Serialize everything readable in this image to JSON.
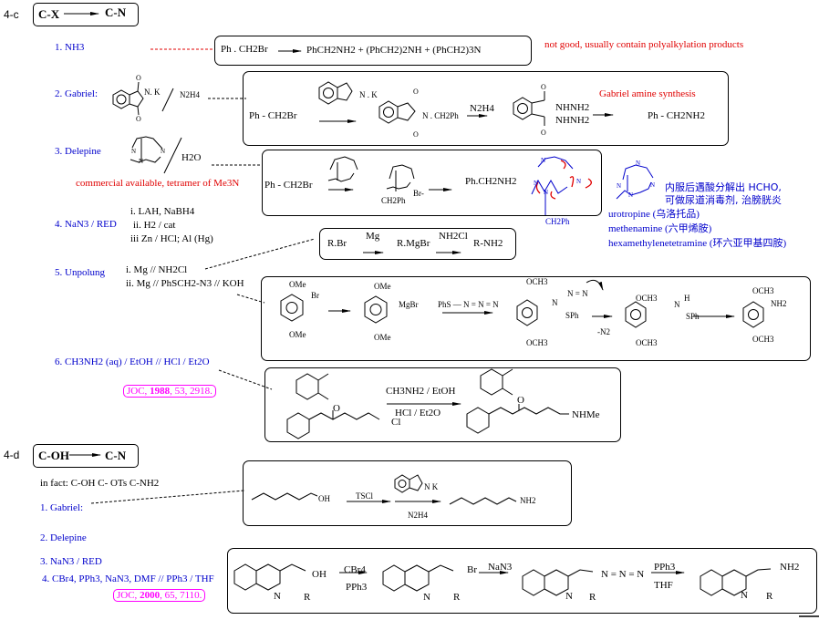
{
  "section_c": {
    "id": "4-c",
    "title_from": "C-X",
    "title_to": "C-N"
  },
  "section_d": {
    "id": "4-d",
    "title_from": "C-OH",
    "title_to": "C-N"
  },
  "c_methods": {
    "m1": "1. NH3",
    "m2": "2. Gabriel:",
    "m2_reagent": "N2H4",
    "m2_reagent_b": "N. K",
    "m3": "3. Delepine",
    "m3_reagent": "H2O",
    "m3_note": "commercial available, tetramer of Me3N",
    "m4": "4. NaN3 / RED",
    "m4_steps": [
      "i. LAH, NaBH4",
      "ii. H2 / cat",
      "iii  Zn / HCl; Al (Hg)"
    ],
    "m5": "5. Unpolung",
    "m5_steps": [
      "i. Mg // NH2Cl",
      "ii. Mg // PhSCH2-N3  //  KOH"
    ],
    "m6": "6. CH3NH2 (aq) / EtOH // HCl / Et2O",
    "m6_cite": {
      "journal": "JOC, ",
      "year": "1988",
      "rest": ", 53, 2918."
    }
  },
  "nh3_box": {
    "reactant": "Ph . CH2Br",
    "products": "PhCH2NH2 +  (PhCH2)2NH   +    (PhCH2)3N",
    "note": "not good, usually contain polyalkylation products"
  },
  "gabriel_box": {
    "reactant": "Ph - CH2Br",
    "reagent_label": "N . K",
    "intermediate_label": "N . CH2Ph",
    "reagent2": "N2H4",
    "hydrazide_1": "NHNH2",
    "hydrazide_2": "NHNH2",
    "product": "Ph - CH2NH2",
    "note": "Gabriel amine synthesis"
  },
  "delepine_box": {
    "reactant": "Ph - CH2Br",
    "salt_counterion": "Br-",
    "salt_sub": "CH2Ph",
    "product": "Ph.CH2NH2",
    "mech_sub": "CH2Ph"
  },
  "urotropine": {
    "note_line1": "内服后遇酸分解出 HCHO,",
    "note_line2": "可做尿道消毒剂, 治膀胱炎",
    "names": [
      "urotropine (乌洛托品)",
      "methenamine (六甲烯胺)",
      "hexamethylenetetramine (环六亚甲基四胺)"
    ]
  },
  "grignard_box": {
    "r1": "R.Br",
    "reagent1": "Mg",
    "r2": "R.MgBr",
    "reagent2": "NH2Cl",
    "product": "R-NH2"
  },
  "unpolung_box": {
    "s1_top": "OMe",
    "s1_side": "Br",
    "s1_bottom": "OMe",
    "s2_top": "OMe",
    "s2_side": "MgBr",
    "s2_bottom": "OMe",
    "reagent": "PhS — N = N = N",
    "s3_top": "OCH3",
    "s3_side": "N",
    "s3_n": "N = N",
    "s3_sph": "SPh",
    "s3_bottom": "OCH3",
    "loss": "-N2",
    "s4_top": "OCH3",
    "s4_h": "H",
    "s4_n": "N",
    "s4_sph": "SPh",
    "s4_bottom": "OCH3",
    "s5_top": "OCH3",
    "s5_side": "NH2",
    "s5_bottom": "OCH3"
  },
  "m6_box": {
    "reagent_top": "CH3NH2 / EtOH",
    "reagent_bottom": "HCl / Et2O",
    "o1": "O",
    "cl": "Cl",
    "o2": "O",
    "nhme": "NHMe"
  },
  "d_intro": "in fact: C-OH   C- OTs   C-NH2",
  "d_methods": {
    "m1": "1. Gabriel:",
    "m2": "2. Delepine",
    "m3": "3. NaN3 / RED",
    "m4": "4. CBr4, PPh3, NaN3, DMF // PPh3 / THF",
    "m4_cite": {
      "journal": "JOC, ",
      "year": "2000",
      "rest": ", 65, 7110."
    }
  },
  "d_gabriel_box": {
    "oh": "OH",
    "reagent1": "TSCl",
    "reagent2_label": "N K",
    "reagent2_bottom": "N2H4",
    "product": "NH2"
  },
  "d_cbr4_box": {
    "s1_sub": "OH",
    "r": "R",
    "n": "N",
    "reagent1_top": "CBr4",
    "reagent1_bottom": "PPh3",
    "s2_sub": "Br",
    "reagent2": "NaN3",
    "s3_sub": "N = N = N",
    "reagent3_top": "PPh3",
    "reagent3_bottom": "THF",
    "s4_sub": "NH2"
  }
}
